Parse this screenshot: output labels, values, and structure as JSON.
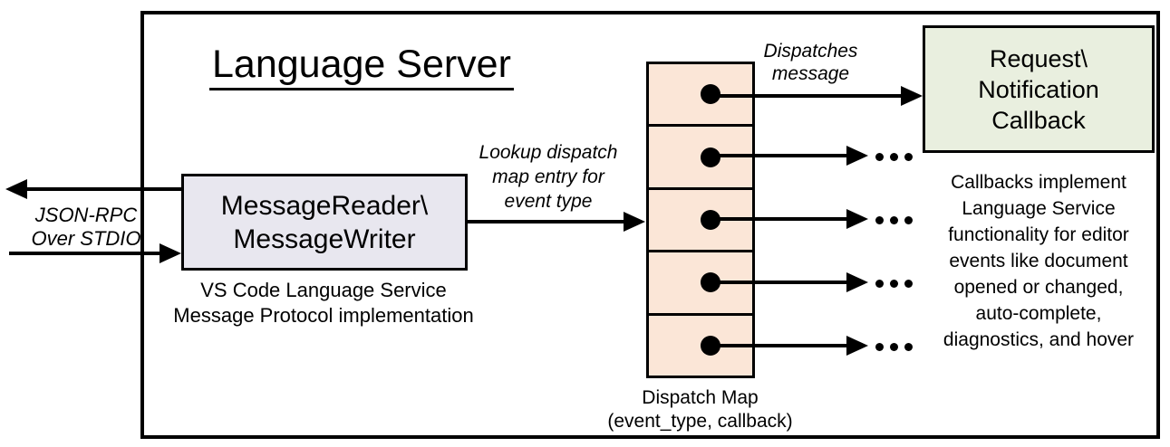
{
  "title": "Language Server",
  "io": {
    "label": "JSON-RPC\nOver STDIO"
  },
  "reader": {
    "title": "MessageReader\\\nMessageWriter",
    "caption": "VS Code Language Service\nMessage Protocol implementation"
  },
  "lookup": {
    "label": "Lookup dispatch\nmap entry for\nevent type"
  },
  "dispatch": {
    "caption": "Dispatch Map\n(event_type, callback)",
    "cell_count": 5
  },
  "dispatches": {
    "label": "Dispatches\nmessage"
  },
  "callback": {
    "title": "Request\\\nNotification\nCallback",
    "note": "Callbacks implement\nLanguage Service\nfunctionality for editor\nevents like document\nopened or changed,\nauto-complete,\ndiagnostics, and hover"
  },
  "colors": {
    "reader_fill": "#e8e7ef",
    "dispatch_fill": "#fbe6d7",
    "callback_fill": "#e9efdf",
    "stroke": "#000000"
  }
}
